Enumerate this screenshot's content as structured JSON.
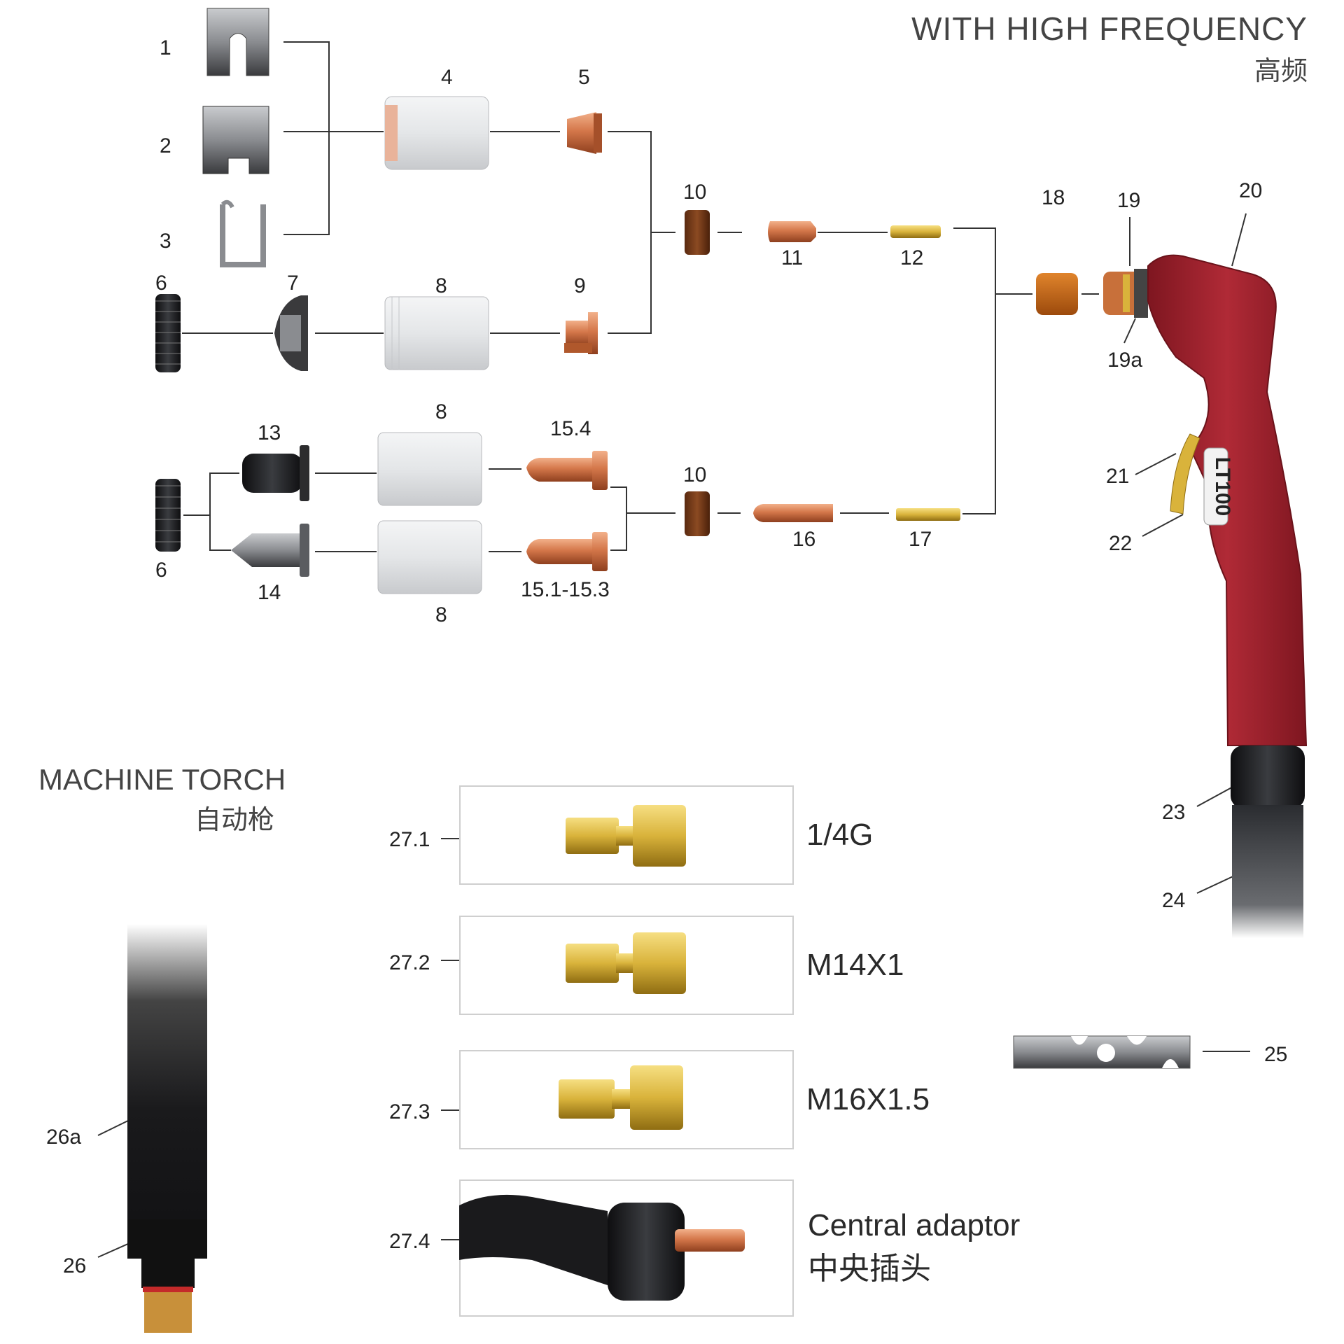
{
  "header": {
    "title": "WITH HIGH FREQUENCY",
    "subtitle": "高频"
  },
  "machine": {
    "title": "MACHINE TORCH",
    "subtitle": "自动枪"
  },
  "torch_model_label": "LT100",
  "labels": {
    "p1": "1",
    "p2": "2",
    "p3": "3",
    "p4": "4",
    "p5": "5",
    "p6a": "6",
    "p6b": "6",
    "p7": "7",
    "p8a": "8",
    "p8b": "8",
    "p8c": "8",
    "p9": "9",
    "p10a": "10",
    "p10b": "10",
    "p11": "11",
    "p12": "12",
    "p13": "13",
    "p14": "14",
    "p15_4": "15.4",
    "p15_1": "15.1-15.3",
    "p16": "16",
    "p17": "17",
    "p18": "18",
    "p19": "19",
    "p19a": "19a",
    "p20": "20",
    "p21": "21",
    "p22": "22",
    "p23": "23",
    "p24": "24",
    "p25": "25",
    "p26a": "26a",
    "p26": "26"
  },
  "options": [
    {
      "id": "27.1",
      "label": "1/4G",
      "label2": ""
    },
    {
      "id": "27.2",
      "label": "M14X1",
      "label2": ""
    },
    {
      "id": "27.3",
      "label": "M16X1.5",
      "label2": ""
    },
    {
      "id": "27.4",
      "label": "Central adaptor",
      "label2": "中央插头"
    }
  ],
  "colors": {
    "copper": "#d4774a",
    "ceramic": "#e2e4e6",
    "torch_red": "#a8222e",
    "brass": "#d9b33b",
    "steel": "#8a8c90",
    "black": "#1c1c1c"
  }
}
